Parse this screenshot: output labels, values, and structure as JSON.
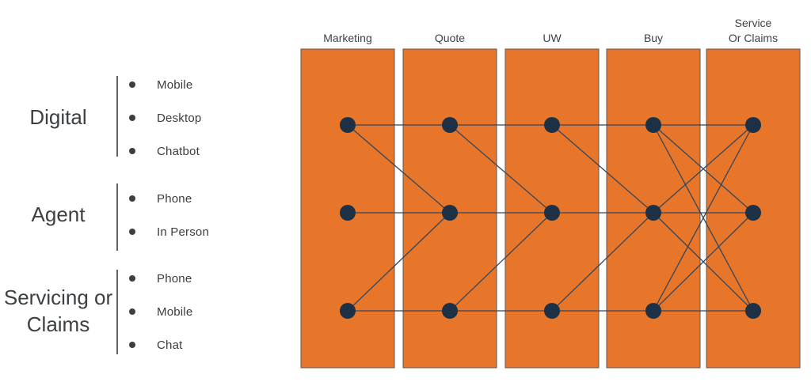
{
  "channels": [
    {
      "label": "Digital",
      "items": [
        "Mobile",
        "Desktop",
        "Chatbot"
      ]
    },
    {
      "label": "Agent",
      "items": [
        "Phone",
        "In Person"
      ]
    },
    {
      "label": "Servicing or Claims",
      "items": [
        "Phone",
        "Mobile",
        "Chat"
      ]
    }
  ],
  "stages": [
    {
      "lines": [
        "Marketing"
      ]
    },
    {
      "lines": [
        "Quote"
      ]
    },
    {
      "lines": [
        "UW"
      ]
    },
    {
      "lines": [
        "Buy"
      ]
    },
    {
      "lines": [
        "Service",
        "Or Claims"
      ]
    }
  ],
  "journey": {
    "grid": {
      "stage_count": 5,
      "row_count": 3
    },
    "row_channels": [
      "Digital",
      "Agent",
      "Servicing or Claims"
    ],
    "edges": {
      "horizontal_rows": [
        0,
        1,
        2
      ],
      "diagonals": [
        [
          [
            0,
            0
          ],
          [
            1,
            1
          ]
        ],
        [
          [
            0,
            2
          ],
          [
            1,
            1
          ]
        ],
        [
          [
            1,
            0
          ],
          [
            2,
            1
          ]
        ],
        [
          [
            1,
            2
          ],
          [
            2,
            1
          ]
        ],
        [
          [
            2,
            0
          ],
          [
            3,
            1
          ]
        ],
        [
          [
            2,
            2
          ],
          [
            3,
            1
          ]
        ],
        [
          [
            3,
            0
          ],
          [
            4,
            1
          ]
        ],
        [
          [
            3,
            0
          ],
          [
            4,
            2
          ]
        ],
        [
          [
            3,
            1
          ],
          [
            4,
            0
          ]
        ],
        [
          [
            3,
            1
          ],
          [
            4,
            2
          ]
        ],
        [
          [
            3,
            2
          ],
          [
            4,
            0
          ]
        ],
        [
          [
            3,
            2
          ],
          [
            4,
            1
          ]
        ]
      ]
    },
    "colors": {
      "column_fill": "#E7752A",
      "column_border": "#58595B",
      "edge": "#36465A",
      "node": "#1C3145",
      "heading_text": "#3F4245",
      "label_text": "#3C4043"
    }
  }
}
